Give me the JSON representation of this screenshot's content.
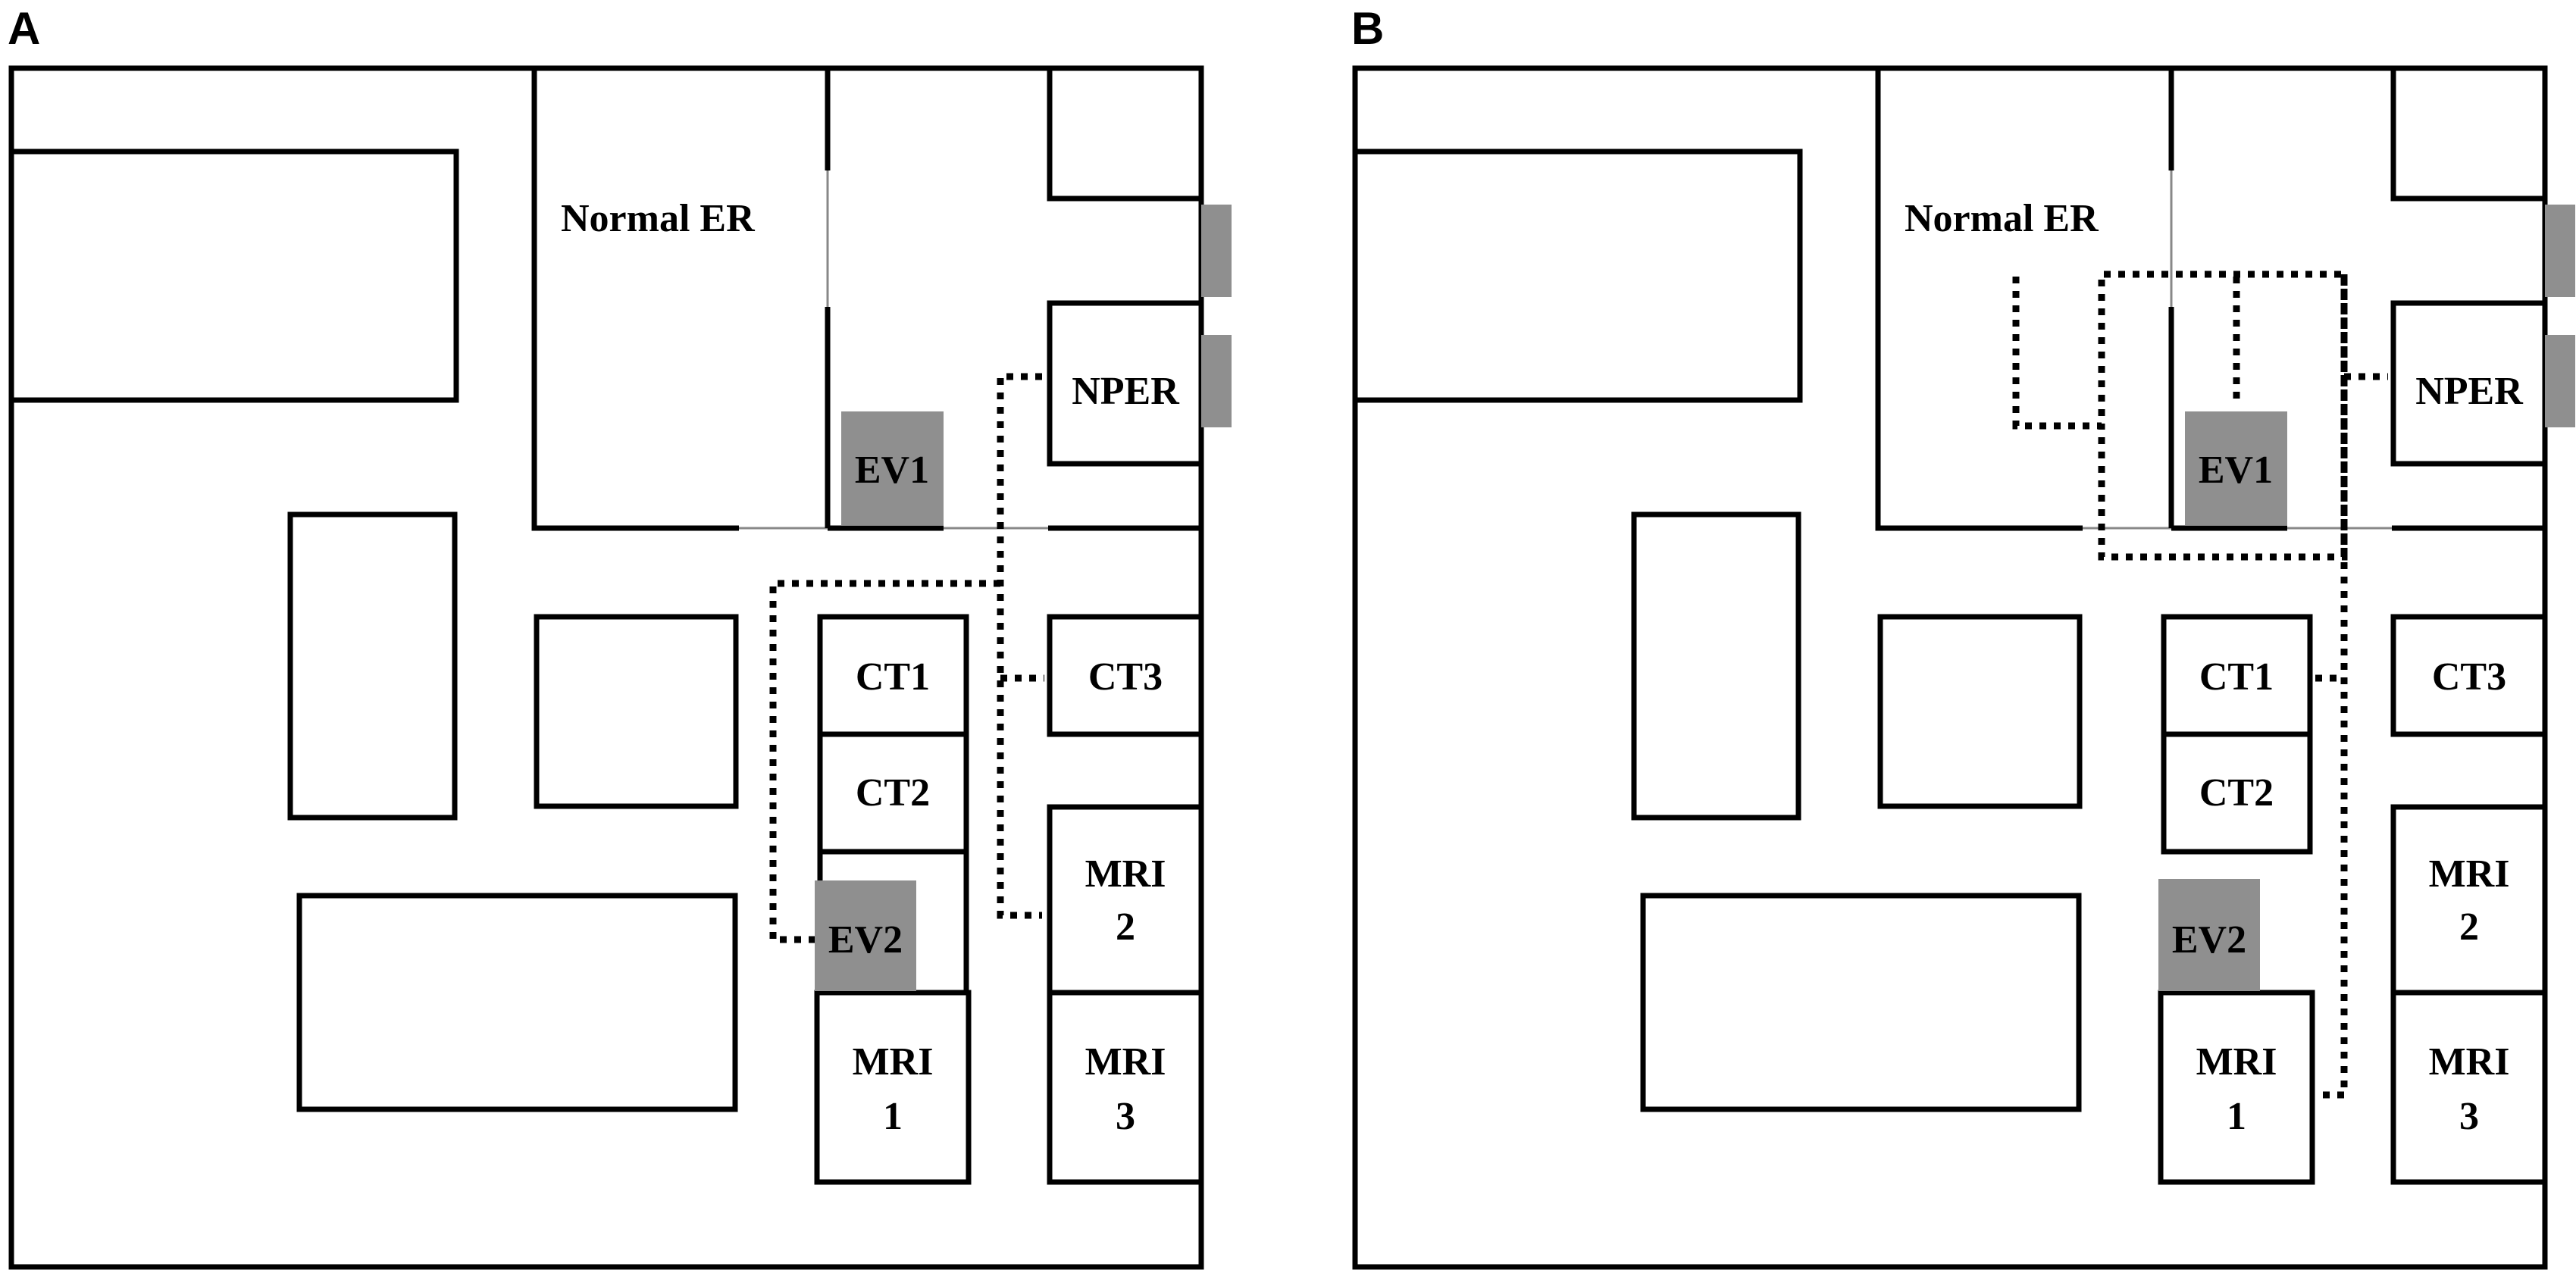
{
  "colors": {
    "wall": "#000000",
    "highlight": "#8f8f8f",
    "background": "#ffffff"
  },
  "panels": [
    {
      "letter": "A",
      "labels": {
        "normal_er": "Normal ER",
        "nper": "NPER",
        "ev1": "EV1",
        "ev2": "EV2",
        "ct1": "CT1",
        "ct2": "CT2",
        "ct3": "CT3",
        "mri1_a": "MRI",
        "mri1_b": "1",
        "mri2_a": "MRI",
        "mri2_b": "2",
        "mri3_a": "MRI",
        "mri3_b": "3"
      }
    },
    {
      "letter": "B",
      "labels": {
        "normal_er": "Normal ER",
        "nper": "NPER",
        "ev1": "EV1",
        "ev2": "EV2",
        "ct1": "CT1",
        "ct2": "CT2",
        "ct3": "CT3",
        "mri1_a": "MRI",
        "mri1_b": "1",
        "mri2_a": "MRI",
        "mri2_b": "2",
        "mri3_a": "MRI",
        "mri3_b": "3"
      }
    }
  ]
}
